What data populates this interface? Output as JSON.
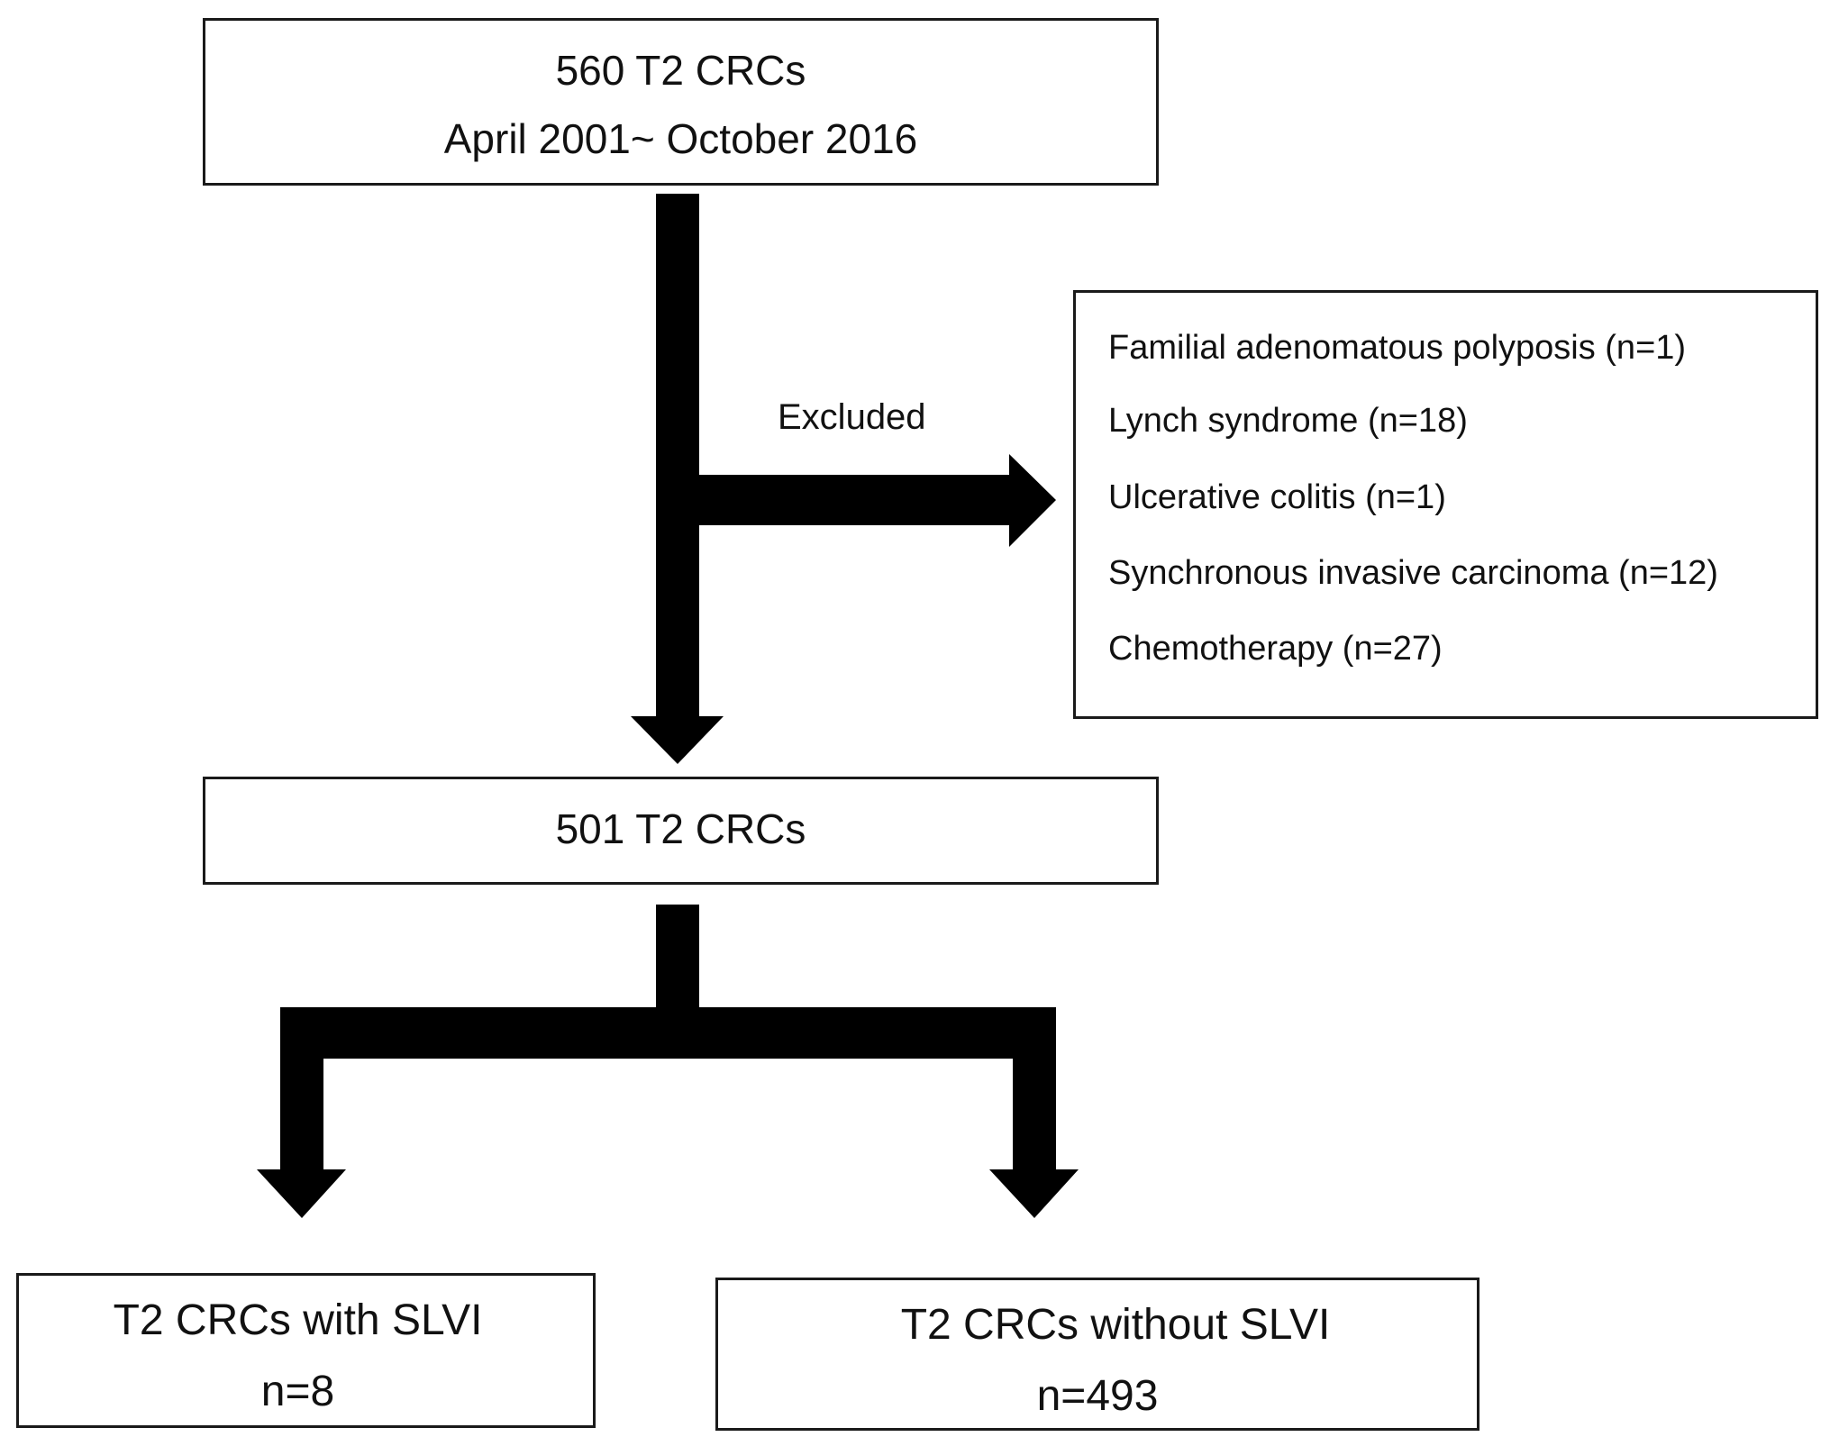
{
  "colors": {
    "arrow": "#000000",
    "border": "#1a1a1a",
    "text": "#111111",
    "background": "#ffffff"
  },
  "start_box": {
    "line1": "560 T2 CRCs",
    "line2": "April 2001~ October 2016"
  },
  "excluded": {
    "label": "Excluded",
    "items": [
      "Familial adenomatous polyposis (n=1)",
      "Lynch syndrome (n=18)",
      "Ulcerative colitis (n=1)",
      "Synchronous invasive carcinoma (n=12)",
      "Chemotherapy (n=27)"
    ]
  },
  "middle_box": {
    "line1": "501 T2 CRCs"
  },
  "left_box": {
    "line1": "T2 CRCs with SLVI",
    "line2": "n=8"
  },
  "right_box": {
    "line1": "T2 CRCs without SLVI",
    "line2": "n=493"
  }
}
